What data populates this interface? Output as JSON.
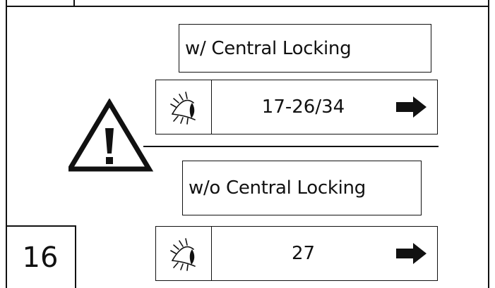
{
  "variants": [
    {
      "label": "w/ Central Locking",
      "reference": "17-26/34"
    },
    {
      "label": "w/o Central Locking",
      "reference": "27"
    }
  ],
  "page_number": "16",
  "icons": {
    "eye": "eye-icon",
    "arrow": "arrow-right-icon",
    "warning": "warning-triangle-icon"
  },
  "colors": {
    "ink": "#111111",
    "background": "#ffffff"
  }
}
